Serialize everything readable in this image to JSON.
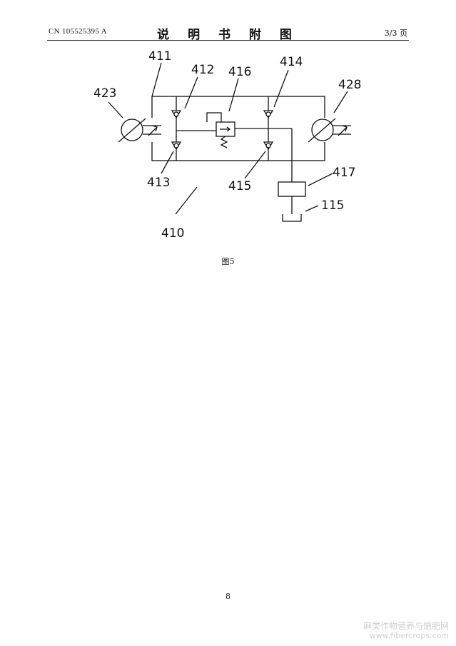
{
  "header": {
    "publication_number": "CN 105525395 A",
    "section_title": "说 明 书 附 图",
    "page_count": "3/3 页"
  },
  "figure": {
    "caption": "图5",
    "labels": {
      "l411": "411",
      "l412": "412",
      "l416": "416",
      "l414": "414",
      "l423": "423",
      "l428": "428",
      "l413": "413",
      "l415": "415",
      "l417": "417",
      "l115": "115",
      "l410": "410"
    }
  },
  "footer": {
    "page_number": "8"
  },
  "watermark": {
    "text": "麻类作物营养与施肥网",
    "url": "www.fibercrops.com"
  }
}
